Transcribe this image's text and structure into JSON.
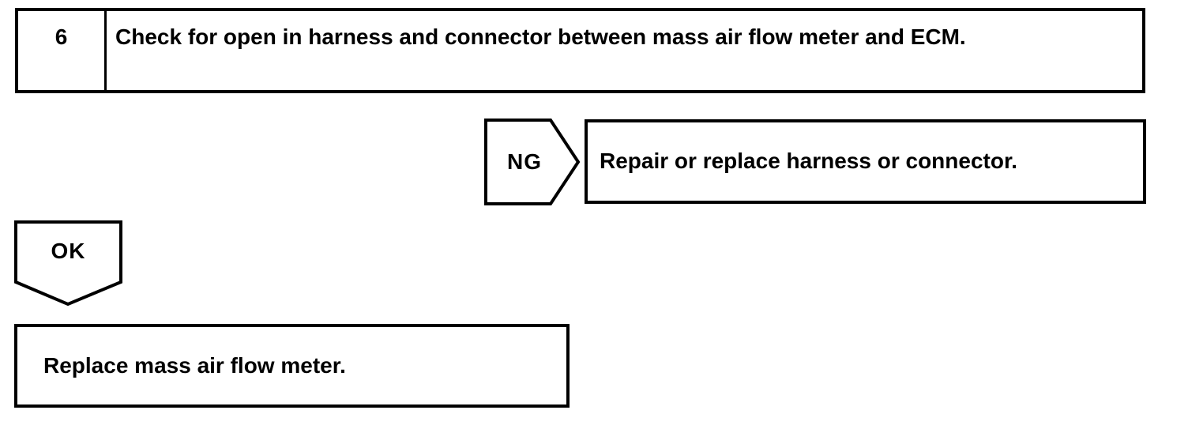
{
  "step": {
    "number": "6",
    "instruction": "Check for open in harness and connector between mass air flow meter and ECM."
  },
  "ng_branch": {
    "label": "NG",
    "action": "Repair or replace harness or connector."
  },
  "ok_branch": {
    "label": "OK",
    "action": "Replace mass air flow meter."
  },
  "colors": {
    "line": "#000000",
    "background": "#ffffff"
  }
}
